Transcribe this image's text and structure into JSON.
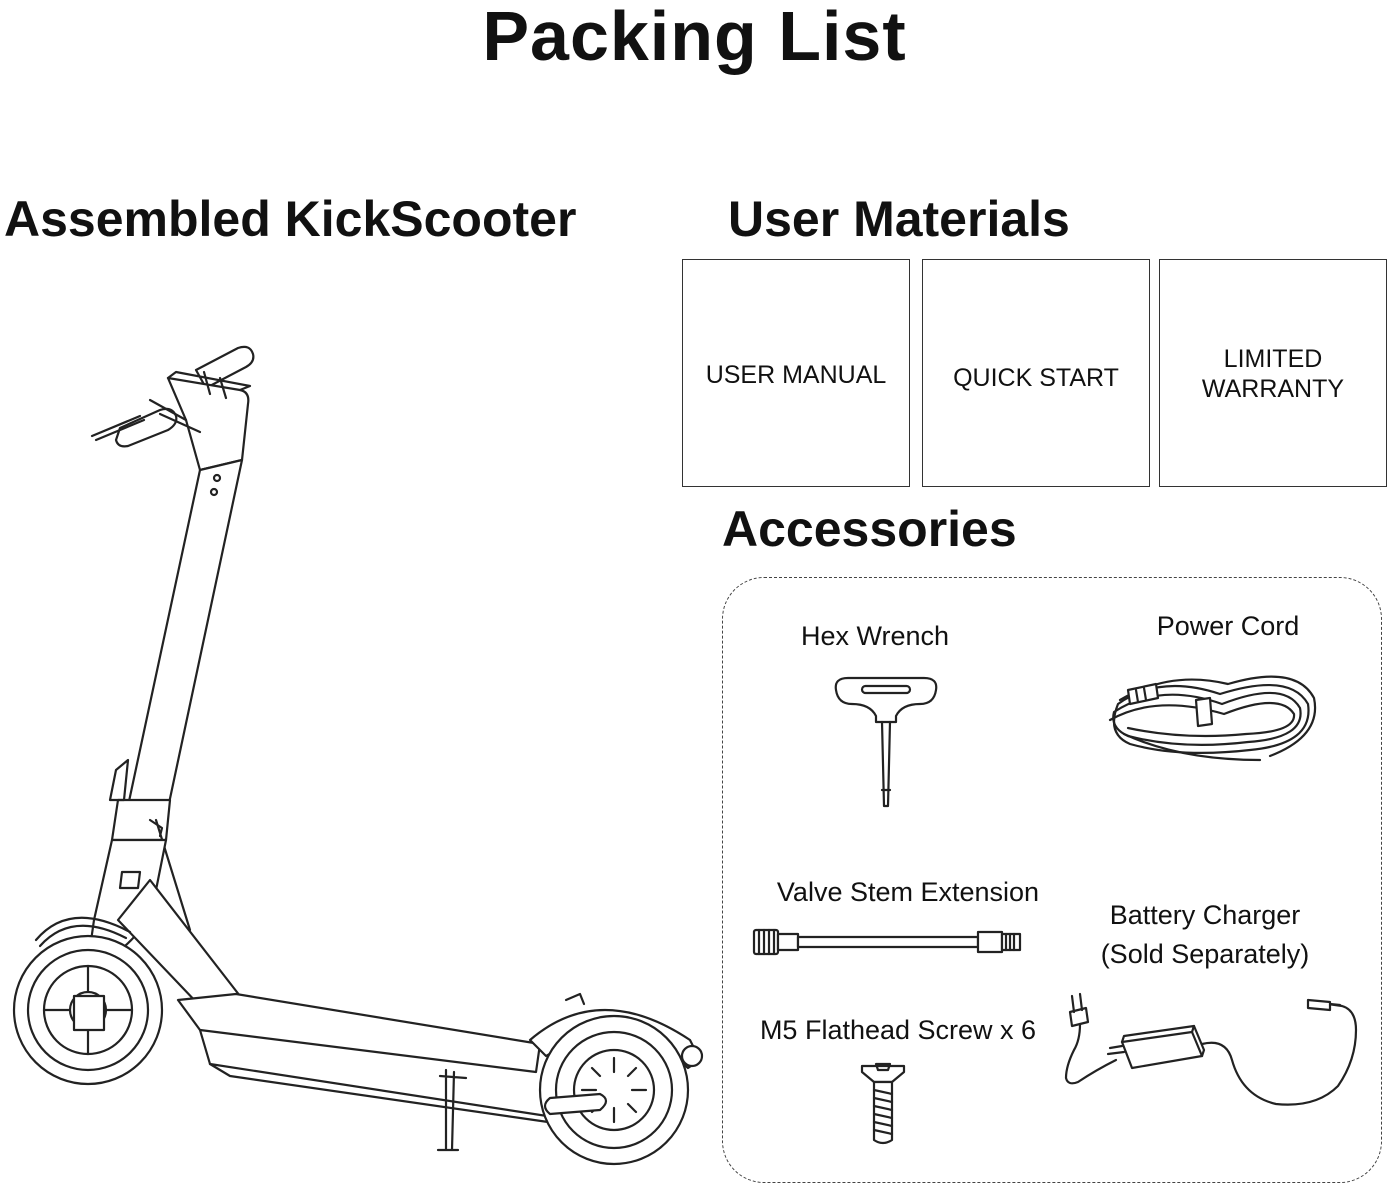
{
  "page": {
    "title": "Packing List"
  },
  "sections": {
    "scooter_heading": "Assembled KickScooter",
    "materials_heading": "User Materials",
    "accessories_heading": "Accessories"
  },
  "user_materials": [
    {
      "label_line1": "USER MANUAL",
      "label_line2": ""
    },
    {
      "label_line1": "QUICK START",
      "label_line2": ""
    },
    {
      "label_line1": "LIMITED",
      "label_line2": "WARRANTY"
    }
  ],
  "accessories": {
    "hex_wrench": "Hex Wrench",
    "power_cord": "Power Cord",
    "valve_stem": "Valve Stem Extension",
    "charger_line1": "Battery Charger",
    "charger_line2": "(Sold Separately)",
    "screw": "M5 Flathead Screw x 6"
  },
  "icons": {
    "scooter": "kick-scooter-illustration",
    "hex_wrench": "hex-wrench-icon",
    "power_cord": "power-cord-icon",
    "valve_stem": "valve-stem-extension-icon",
    "charger": "battery-charger-icon",
    "screw": "flathead-screw-icon"
  }
}
